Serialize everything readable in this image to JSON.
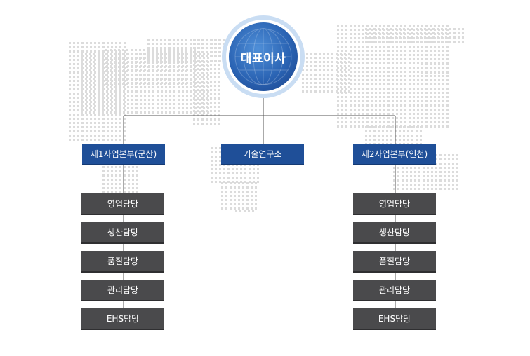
{
  "org": {
    "ceo": "대표이사",
    "divisions": [
      {
        "name": "제1사업본부(군산)",
        "teams": [
          "영업담당",
          "생산담당",
          "품질담당",
          "관리담당",
          "EHS담당"
        ]
      },
      {
        "name": "기술연구소",
        "teams": []
      },
      {
        "name": "제2사업본부(인천)",
        "teams": [
          "영업담당",
          "생산담당",
          "품질담당",
          "관리담당",
          "EHS담당"
        ]
      }
    ]
  },
  "colors": {
    "division_box": "#1f4f98",
    "team_box": "#4a4a4c",
    "line": "#555555",
    "map_dot": "#dcdcdc",
    "ceo_circle": "#2a63b3"
  }
}
